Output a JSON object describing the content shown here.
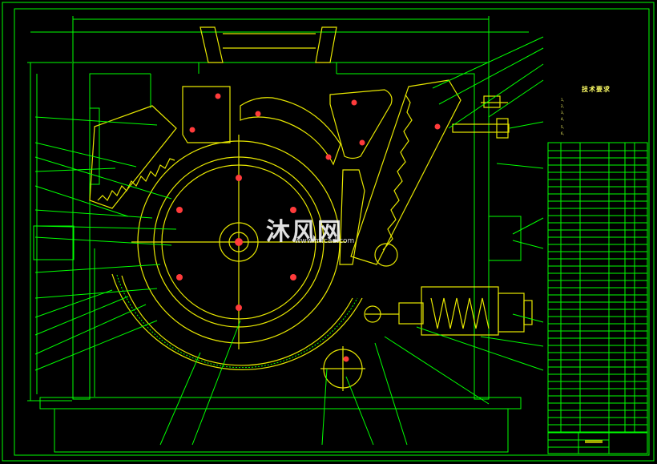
{
  "notes": {
    "title": "技术要求",
    "items": [
      "1、",
      "2、",
      "3、",
      "4、",
      "5、",
      "6、"
    ]
  },
  "watermark": {
    "text": "沐风网",
    "url": "www.mfcad.com"
  },
  "colors": {
    "frame": "#00ff00",
    "outline": "#e8e800",
    "centers": "#ff3b3b",
    "text": "#ffff66"
  }
}
